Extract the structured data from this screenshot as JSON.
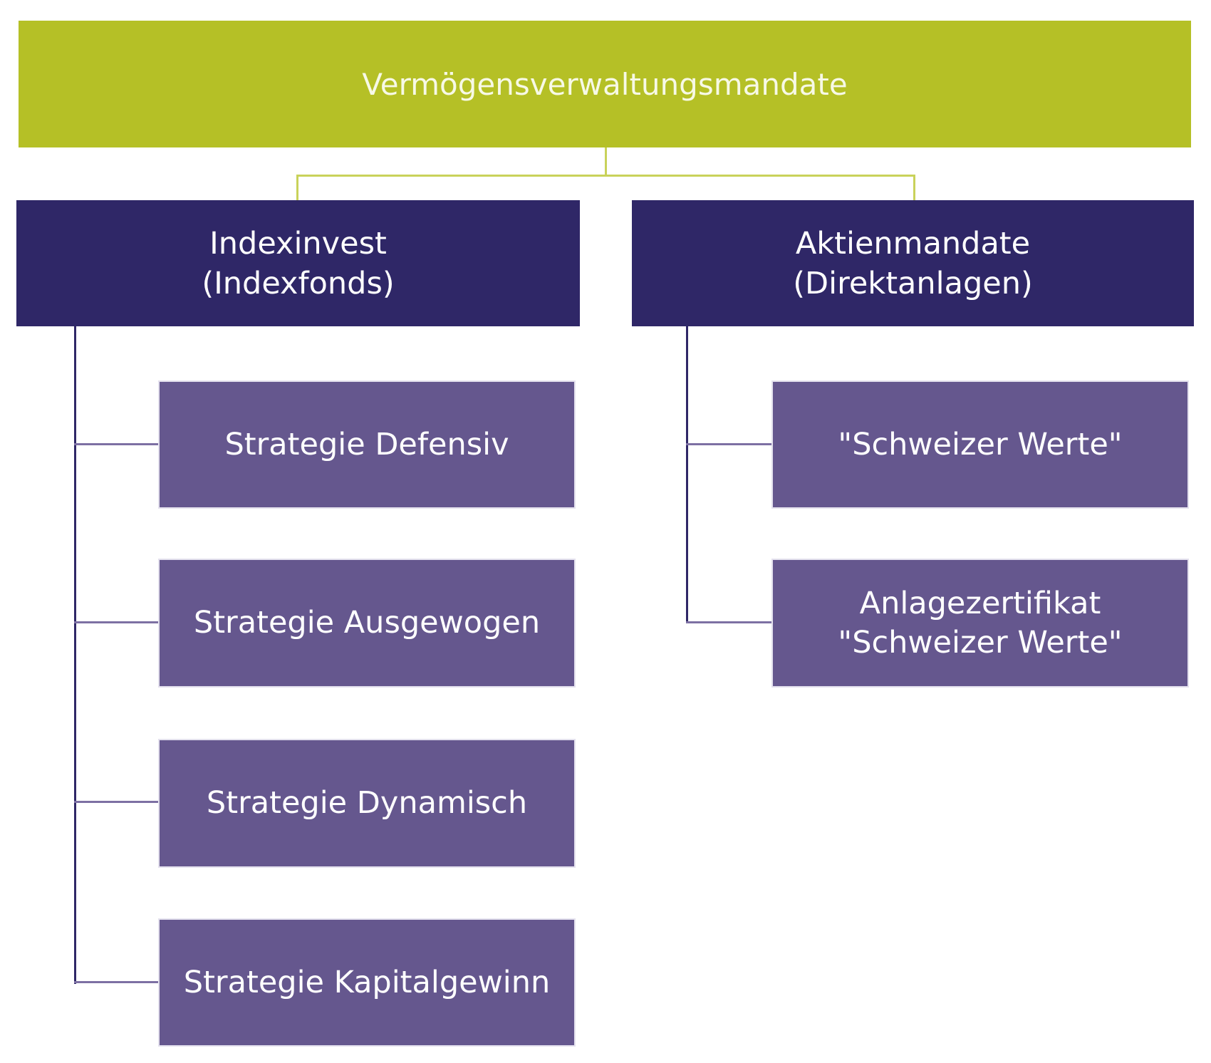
{
  "colors": {
    "root_fill": "#b5c026",
    "level1_fill": "#2f2767",
    "leaf_fill": "#65578e",
    "root_connector": "#c9d25a",
    "branch_connector": "#2f2767",
    "leaf_connector": "#7d70a3"
  },
  "root": {
    "label": "Vermögensverwaltungsmandate"
  },
  "branches": [
    {
      "label": "Indexinvest\n(Indexfonds)",
      "children": [
        "Strategie Defensiv",
        "Strategie Ausgewogen",
        "Strategie Dynamisch",
        "Strategie Kapitalgewinn"
      ]
    },
    {
      "label": "Aktienmandate\n(Direktanlagen)",
      "children": [
        "\"Schweizer Werte\"",
        "Anlagezertifikat\n\"Schweizer Werte\""
      ]
    }
  ]
}
